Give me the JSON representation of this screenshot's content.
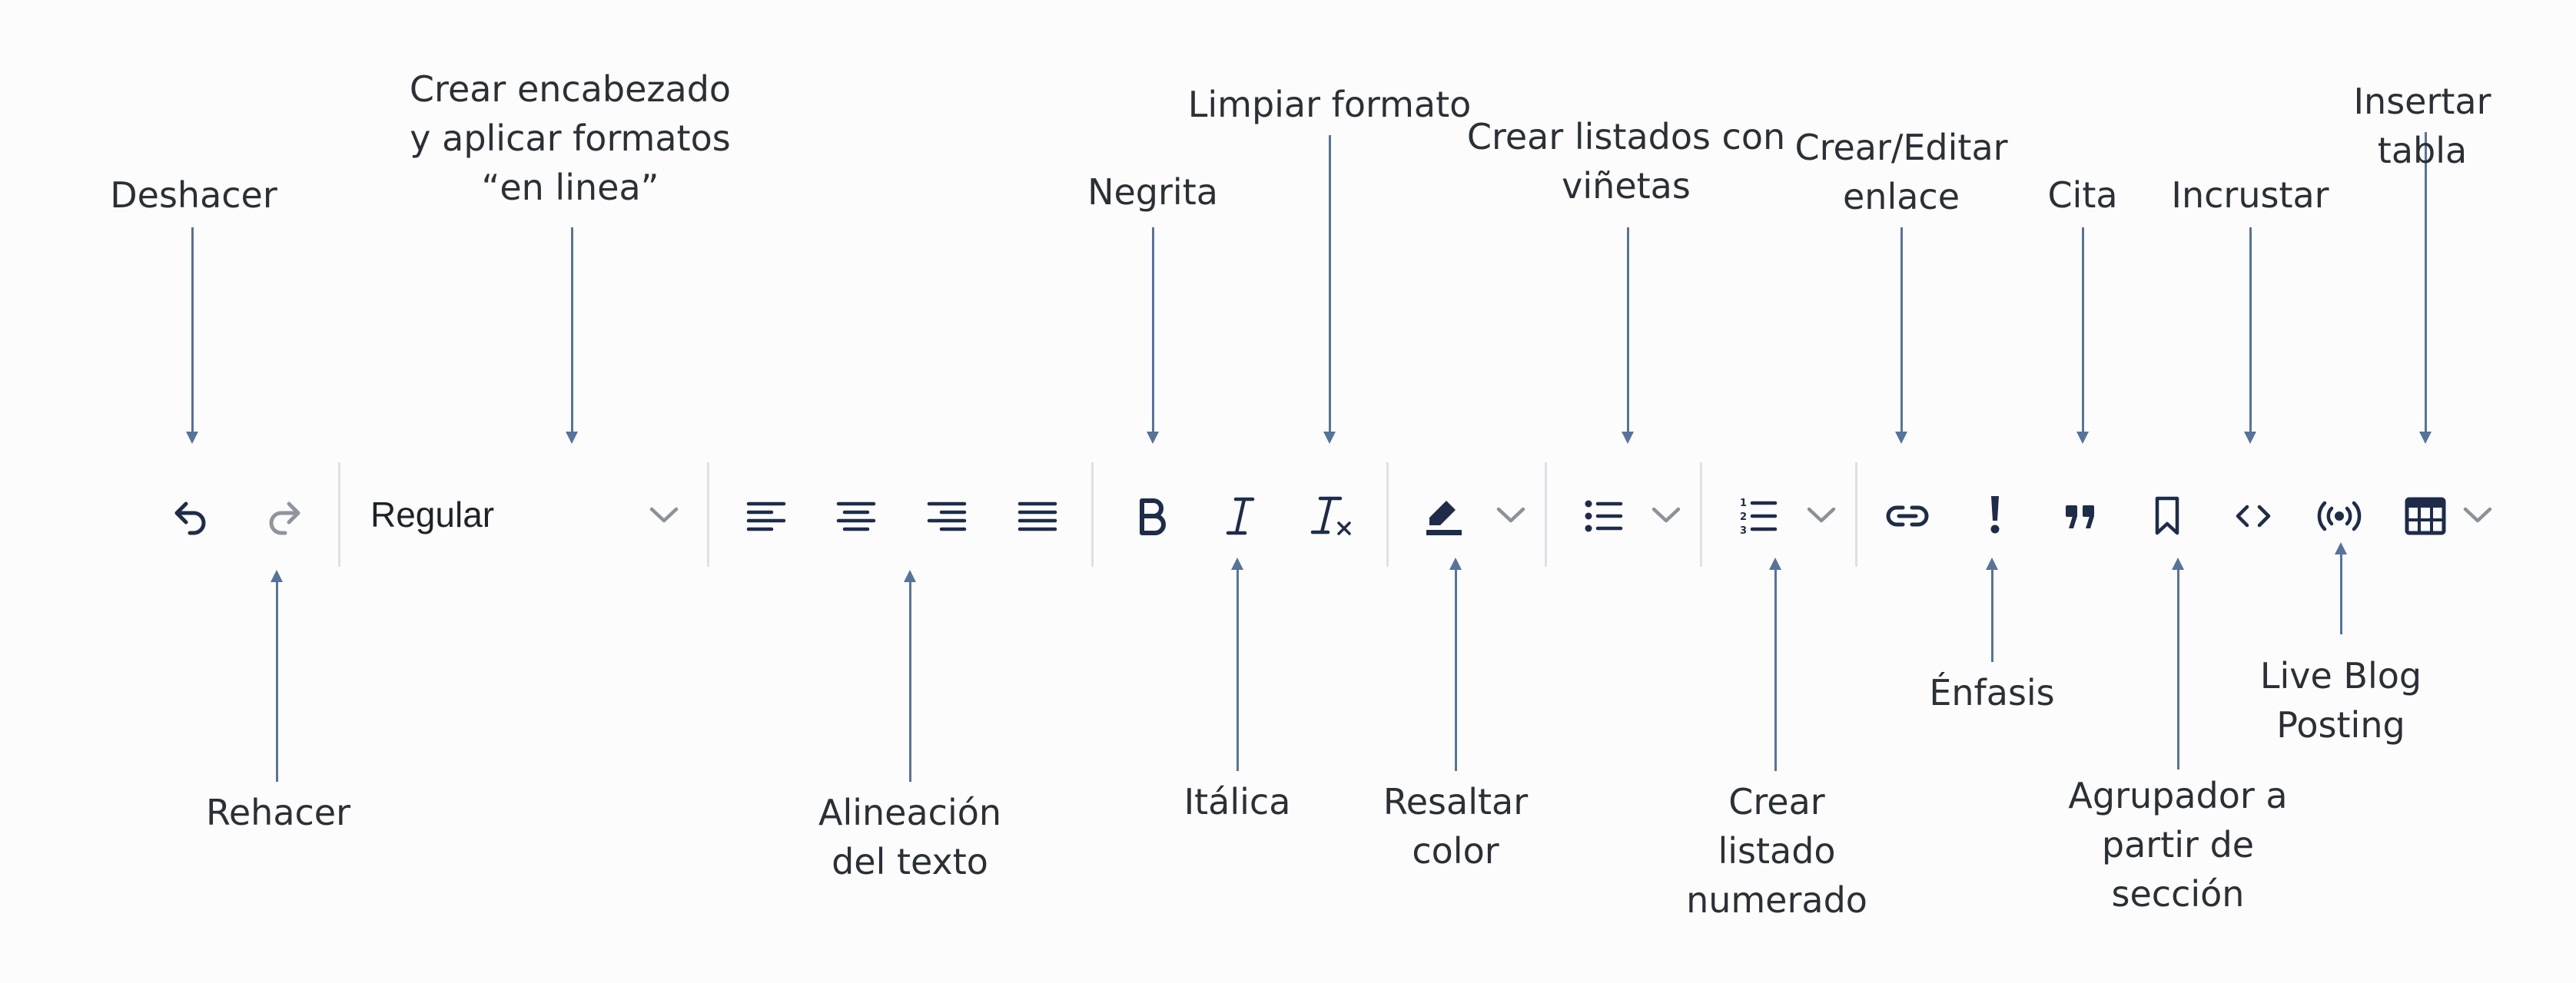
{
  "toolbar": {
    "style_select_value": "Regular",
    "icons": [
      {
        "name": "undo-icon"
      },
      {
        "name": "redo-icon",
        "disabled": true
      },
      {
        "name": "align-left-icon"
      },
      {
        "name": "align-center-icon"
      },
      {
        "name": "align-right-icon"
      },
      {
        "name": "align-justify-icon"
      },
      {
        "name": "bold-icon"
      },
      {
        "name": "italic-icon"
      },
      {
        "name": "clear-format-icon"
      },
      {
        "name": "highlight-icon"
      },
      {
        "name": "bullet-list-icon"
      },
      {
        "name": "numbered-list-icon"
      },
      {
        "name": "link-icon"
      },
      {
        "name": "emphasis-icon"
      },
      {
        "name": "quote-icon"
      },
      {
        "name": "bookmark-icon"
      },
      {
        "name": "embed-icon"
      },
      {
        "name": "live-blog-icon"
      },
      {
        "name": "table-icon"
      }
    ],
    "colors": {
      "icon": "#1e2c4a",
      "icon_disabled": "#8e959e",
      "chevron": "#8a919b",
      "separator": "#dde1e6",
      "arrow": "#56739b",
      "label": "#2b2f36"
    }
  },
  "labels": {
    "undo": "Deshacer",
    "redo": "Rehacer",
    "heading": "Crear encabezado\ny aplicar formatos\n“en linea”",
    "align": "Alineación\ndel texto",
    "bold": "Negrita",
    "italic": "Itálica",
    "clear_format": "Limpiar formato",
    "highlight": "Resaltar\ncolor",
    "bullet_list": "Crear listados con\nviñetas",
    "numbered_list": "Crear\nlistado\nnumerado",
    "link": "Crear/Editar\nenlace",
    "emphasis": "Énfasis",
    "quote": "Cita",
    "section_grouper": "Agrupador a\npartir de\nsección",
    "embed": "Incrustar",
    "live_blog": "Live Blog\nPosting",
    "table": "Insertar tabla"
  }
}
